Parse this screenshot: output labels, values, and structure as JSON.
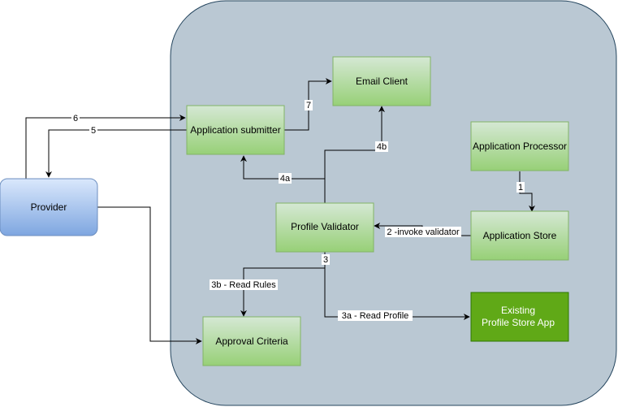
{
  "nodes": {
    "email_client": "Email Client",
    "application_submitter": "Application submitter",
    "application_processor": "Application Processor",
    "provider": "Provider",
    "profile_validator": "Profile Validator",
    "application_store": "Application Store",
    "existing_profile_store_app": {
      "line1": "Existing",
      "line2": "Profile Store App"
    },
    "approval_criteria": "Approval Criteria"
  },
  "edges": {
    "e1": "1",
    "e2": "2 -invoke validator",
    "e3": "3",
    "e3a": "3a - Read Profile",
    "e3b": "3b - Read Rules",
    "e4a": "4a",
    "e4b": "4b",
    "e5": "5",
    "e6": "6",
    "e7": "7"
  },
  "colors": {
    "container_fill": "#bac8d3",
    "container_stroke": "#23445d",
    "green_fill_top": "#d5e8d4",
    "green_fill_bottom": "#97d077",
    "green_stroke": "#82b366",
    "blue_fill_top": "#dae8fc",
    "blue_fill_bottom": "#7ea6e0",
    "blue_stroke": "#6c8ebf",
    "dark_green_fill": "#60a917",
    "dark_green_stroke": "#2d7600"
  }
}
